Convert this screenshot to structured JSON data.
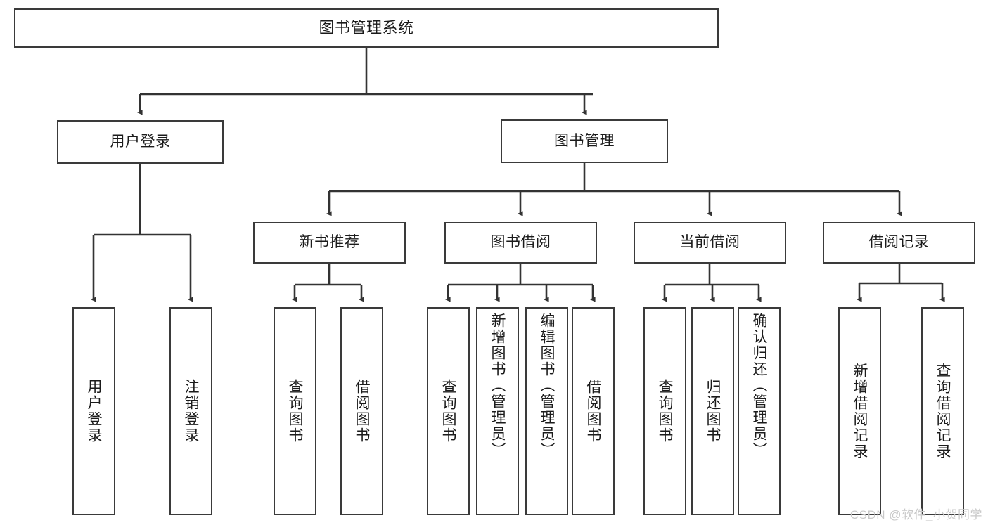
{
  "diagram": {
    "title": "图书管理系统",
    "type": "tree-hierarchy-chart",
    "stroke_color": "#3a3a3a",
    "background_color": "#ffffff",
    "text_color": "#1b1b1b",
    "root": {
      "label": "图书管理系统"
    },
    "level2": [
      {
        "label": "用户登录"
      },
      {
        "label": "图书管理"
      }
    ],
    "level3": [
      {
        "label": "新书推荐"
      },
      {
        "label": "图书借阅"
      },
      {
        "label": "当前借阅"
      },
      {
        "label": "借阅记录"
      }
    ],
    "leaves": {
      "user_login": [
        {
          "label": "用户登录"
        },
        {
          "label": "注销登录"
        }
      ],
      "new_book_recommend": [
        {
          "label": "查询图书"
        },
        {
          "label": "借阅图书"
        }
      ],
      "book_borrow": [
        {
          "label": "查询图书"
        },
        {
          "label": "新增图书（管理员）"
        },
        {
          "label": "编辑图书（管理员）"
        },
        {
          "label": "借阅图书"
        }
      ],
      "current_borrow": [
        {
          "label": "查询图书"
        },
        {
          "label": "归还图书"
        },
        {
          "label": "确认归还（管理员）"
        }
      ],
      "borrow_record": [
        {
          "label": "新增借阅记录"
        },
        {
          "label": "查询借阅记录"
        }
      ]
    }
  },
  "watermark": {
    "text": "CSDN @软件_小贺同学",
    "color": "#c9c9c9"
  }
}
